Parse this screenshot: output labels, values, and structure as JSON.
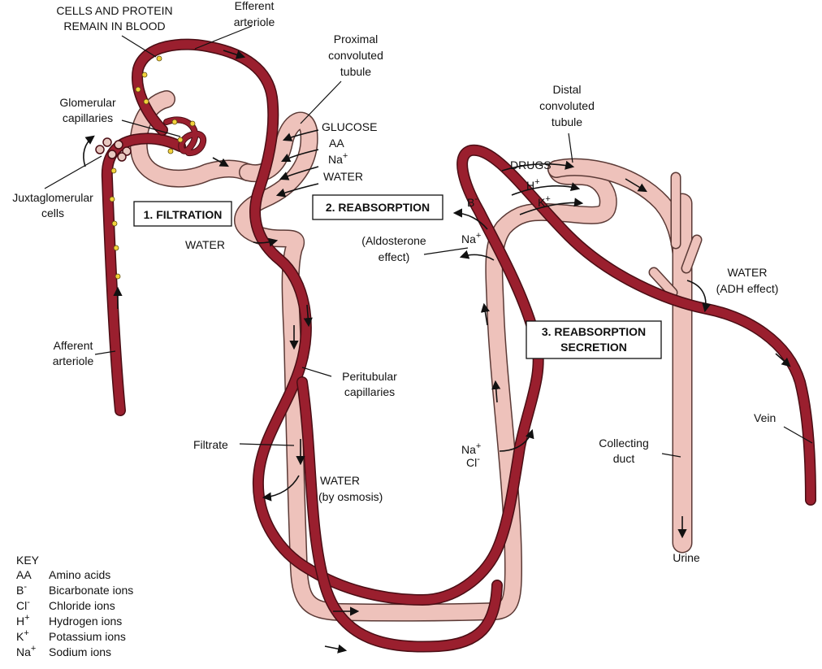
{
  "colors": {
    "tubule_fill": "#eec2bb",
    "tubule_stroke": "#5b3a36",
    "vessel": "#9a1f2e",
    "vessel_stroke": "#4a0d14",
    "dot": "#f2d23c",
    "juxta_fill": "#e8c8c0",
    "juxta_core": "#6b2a2a"
  },
  "labels": {
    "cells_protein_1": "CELLS AND PROTEIN",
    "cells_protein_2": "REMAIN IN BLOOD",
    "efferent_1": "Efferent",
    "efferent_2": "arteriole",
    "proximal_1": "Proximal",
    "proximal_2": "convoluted",
    "proximal_3": "tubule",
    "glomerular_1": "Glomerular",
    "glomerular_2": "capillaries",
    "glucose": "GLUCOSE",
    "aa": "AA",
    "na_top": "Na",
    "water_prox": "WATER",
    "juxta_1": "Juxtaglomerular",
    "juxta_2": "cells",
    "filtration": "1. FILTRATION",
    "reabsorption": "2. REABSORPTION",
    "water_left": "WATER",
    "afferent_1": "Afferent",
    "afferent_2": "arteriole",
    "peritubular_1": "Peritubular",
    "peritubular_2": "capillaries",
    "filtrate": "Filtrate",
    "water_osmosis_1": "WATER",
    "water_osmosis_2": "(by osmosis)",
    "distal_1": "Distal",
    "distal_2": "convoluted",
    "distal_3": "tubule",
    "drugs": "DRUGS",
    "h_plus": "H",
    "k_plus": "K",
    "b_minus": "B",
    "na_ald": "Na",
    "aldosterone_1": "(Aldosterone",
    "aldosterone_2": "effect)",
    "water_adh_1": "WATER",
    "water_adh_2": "(ADH effect)",
    "reab_secr_1": "3. REABSORPTION",
    "reab_secr_2": "SECRETION",
    "vein": "Vein",
    "collecting_1": "Collecting",
    "collecting_2": "duct",
    "na_loop": "Na",
    "cl_loop": "Cl",
    "urine": "Urine",
    "sup_plus": "+",
    "sup_minus": "-"
  },
  "key": {
    "title": "KEY",
    "items": [
      {
        "abbr": "AA",
        "sup": "",
        "desc": "Amino acids"
      },
      {
        "abbr": "B",
        "sup": "-",
        "desc": "Bicarbonate ions"
      },
      {
        "abbr": "Cl",
        "sup": "-",
        "desc": "Chloride ions"
      },
      {
        "abbr": "H",
        "sup": "+",
        "desc": "Hydrogen ions"
      },
      {
        "abbr": "K",
        "sup": "+",
        "desc": "Potassium ions"
      },
      {
        "abbr": "Na",
        "sup": "+",
        "desc": "Sodium ions"
      }
    ]
  }
}
